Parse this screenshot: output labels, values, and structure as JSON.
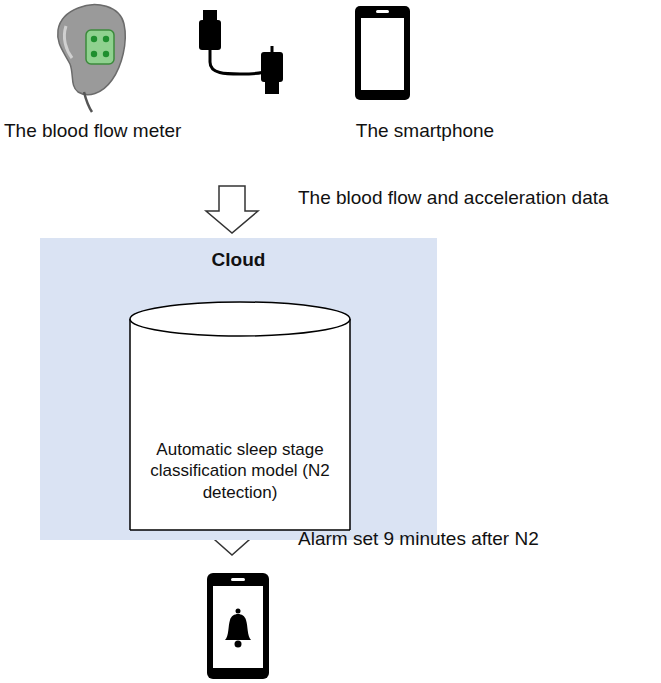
{
  "diagram": {
    "nodes": [
      {
        "text": [
          "Cloud"
        ]
      },
      {
        "text": [
          "Automatic sleep stage classification model (N2 detection)"
        ],
        "in": 0
      }
    ],
    "labels": [
      "The blood flow meter",
      "The smartphone",
      "The blood flow and acceleration data",
      "Alarm set 9 minutes after N2"
    ]
  }
}
